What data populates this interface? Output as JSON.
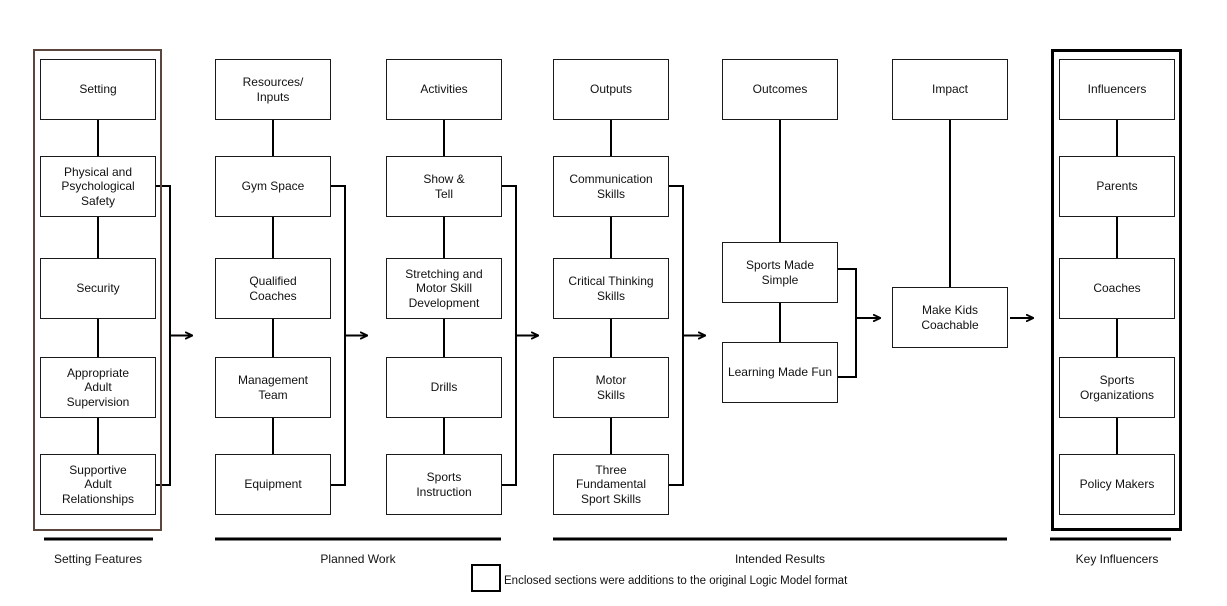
{
  "columns": [
    {
      "id": "setting",
      "header": "Setting",
      "items": [
        "Physical and\nPsychological\nSafety",
        "Security",
        "Appropriate\nAdult\nSupervision",
        "Supportive\nAdult\nRelationships"
      ]
    },
    {
      "id": "resources",
      "header": "Resources/\nInputs",
      "items": [
        "Gym Space",
        "Qualified\nCoaches",
        "Management\nTeam",
        "Equipment"
      ]
    },
    {
      "id": "activities",
      "header": "Activities",
      "items": [
        "Show &\nTell",
        "Stretching and\nMotor Skill\nDevelopment",
        "Drills",
        "Sports\nInstruction"
      ]
    },
    {
      "id": "outputs",
      "header": "Outputs",
      "items": [
        "Communication\nSkills",
        "Critical Thinking\nSkills",
        "Motor\nSkills",
        "Three\nFundamental\nSport Skills"
      ]
    },
    {
      "id": "outcomes",
      "header": "Outcomes",
      "items": [
        "Sports Made Simple",
        "Learning Made Fun"
      ]
    },
    {
      "id": "impact",
      "header": "Impact",
      "items": [
        "Make Kids\nCoachable"
      ]
    },
    {
      "id": "influencers",
      "header": "Influencers",
      "items": [
        "Parents",
        "Coaches",
        "Sports\nOrganizations",
        "Policy Makers"
      ]
    }
  ],
  "group_labels": {
    "setting_features": "Setting Features",
    "planned_work": "Planned Work",
    "intended_results": "Intended Results",
    "key_influencers": "Key Influencers"
  },
  "legend": {
    "text": "Enclosed sections were additions to the original Logic Model format"
  },
  "colors": {
    "setting_frame": "#5a463c",
    "influencer_frame": "#000000",
    "line": "#000000"
  }
}
